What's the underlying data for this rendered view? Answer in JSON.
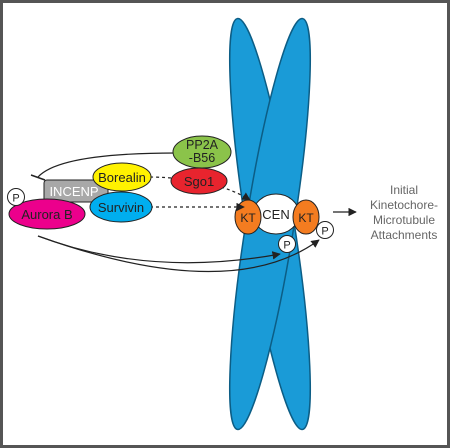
{
  "labels": {
    "pp2a_line1": "PP2A",
    "pp2a_line2": "-B56",
    "sgo1": "Sgo1",
    "borealin": "Borealin",
    "incenp": "INCENP",
    "survivin": "Survivin",
    "aurora_b": "Aurora B",
    "phospho": "P",
    "cen": "CEN",
    "kt": "KT",
    "outcome_line1": "Initial",
    "outcome_line2": "Kinetochore-",
    "outcome_line3": "Microtubule",
    "outcome_line4": "Attachments"
  },
  "colors": {
    "pp2a": "#8bc34a",
    "sgo1": "#e8242e",
    "borealin": "#fff200",
    "incenp": "#a8a8a8",
    "survivin": "#00aeef",
    "aurora_b": "#ec008c",
    "chromatid": "#1a9bd7",
    "kinetochore": "#f47c20",
    "centromere": "#ffffff",
    "arrow": "#222222",
    "frame": "#555555"
  }
}
